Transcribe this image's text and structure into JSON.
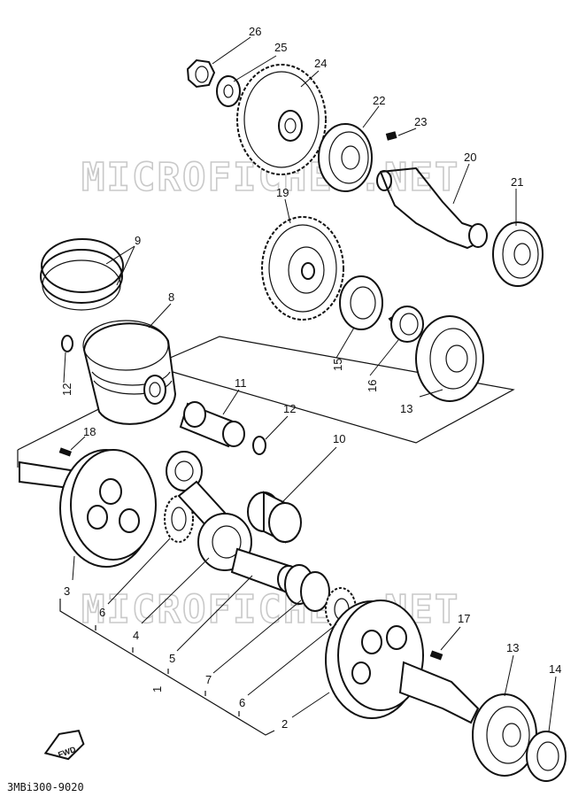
{
  "watermark": {
    "top": "MICROFICHES.NET",
    "bottom": "MICROFICHES.NET"
  },
  "diagram_code": "3MBi300-9020",
  "fwd_label": "FWD",
  "callouts": [
    {
      "id": "c26",
      "text": "26"
    },
    {
      "id": "c25",
      "text": "25"
    },
    {
      "id": "c24",
      "text": "24"
    },
    {
      "id": "c22",
      "text": "22"
    },
    {
      "id": "c23",
      "text": "23"
    },
    {
      "id": "c20",
      "text": "20"
    },
    {
      "id": "c21",
      "text": "21"
    },
    {
      "id": "c19",
      "text": "19"
    },
    {
      "id": "c9",
      "text": "9"
    },
    {
      "id": "c8",
      "text": "8"
    },
    {
      "id": "c12a",
      "text": "12"
    },
    {
      "id": "c15",
      "text": "15"
    },
    {
      "id": "c16",
      "text": "16"
    },
    {
      "id": "c13a",
      "text": "13"
    },
    {
      "id": "c11",
      "text": "11"
    },
    {
      "id": "c12b",
      "text": "12"
    },
    {
      "id": "c18",
      "text": "18"
    },
    {
      "id": "c10",
      "text": "10"
    },
    {
      "id": "c3",
      "text": "3"
    },
    {
      "id": "c6a",
      "text": "6"
    },
    {
      "id": "c4",
      "text": "4"
    },
    {
      "id": "c5",
      "text": "5"
    },
    {
      "id": "c1",
      "text": "1"
    },
    {
      "id": "c7",
      "text": "7"
    },
    {
      "id": "c6b",
      "text": "6"
    },
    {
      "id": "c2",
      "text": "2"
    },
    {
      "id": "c17",
      "text": "17"
    },
    {
      "id": "c13b",
      "text": "13"
    },
    {
      "id": "c14",
      "text": "14"
    }
  ]
}
